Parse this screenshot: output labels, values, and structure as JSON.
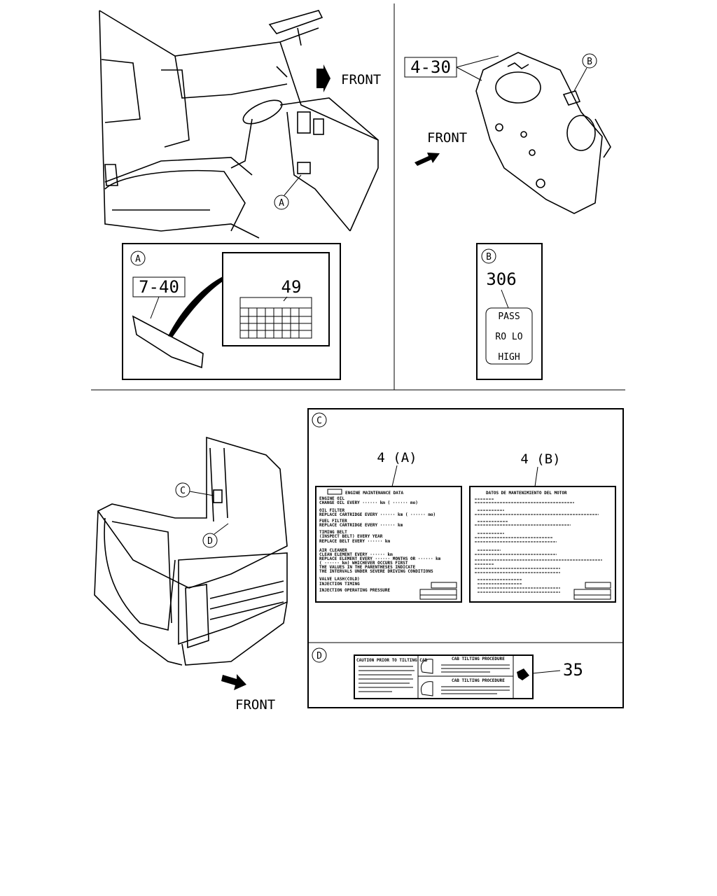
{
  "figure": {
    "front_label": "FRONT",
    "callouts": {
      "a": "A",
      "b": "B",
      "c": "C",
      "d": "D"
    },
    "part_numbers": {
      "p_4_30": "4-30",
      "p_7_40": "7-40",
      "p_49": "49",
      "p_306": "306",
      "p_4a": "4 (A)",
      "p_4b": "4 (B)",
      "p_35": "35"
    },
    "switch_label": {
      "pass": "PASS",
      "ro_lo": "RO LO",
      "high": "HIGH"
    },
    "label_4a": {
      "title": "ENGINE MAINTENANCE DATA",
      "lines": [
        "ENGINE OIL",
        "CHANGE OIL EVERY ······ km ( ······ mo)",
        "OIL FILTER",
        "REPLACE CARTRIDGE EVERY ······ km ( ······ mo)",
        "FUEL FILTER",
        "REPLACE CARTRIDGE EVERY ······ km",
        "TIMING BELT",
        "(INSPECT BELT) EVERY YEAR",
        "REPLACE BELT EVERY ······ km",
        "AIR CLEANER",
        "CLEAN ELEMENT EVERY ······ km",
        "REPLACE ELEMENT EVERY ······ MONTHS OR ······ km",
        "( ······ km) WHICHEVER OCCURS FIRST",
        "THE VALUES IN THE PARENTHESES INDICATE",
        "THE INTERVALS UNDER SEVERE DRIVING CONDITIONS",
        "VALVE LASH(COLD)",
        "INJECTION TIMING",
        "INJECTION OPERATING PRESSURE"
      ]
    },
    "label_4b": {
      "title": "DATOS DE MANTENIMIENTO DEL MOTOR"
    },
    "label_35": {
      "left_title": "CAUTION PRIOR TO TILTING CAB",
      "mid_title_1": "CAB TILTING PROCEDURE",
      "mid_title_2": "CAB TILTING PROCEDURE"
    }
  }
}
